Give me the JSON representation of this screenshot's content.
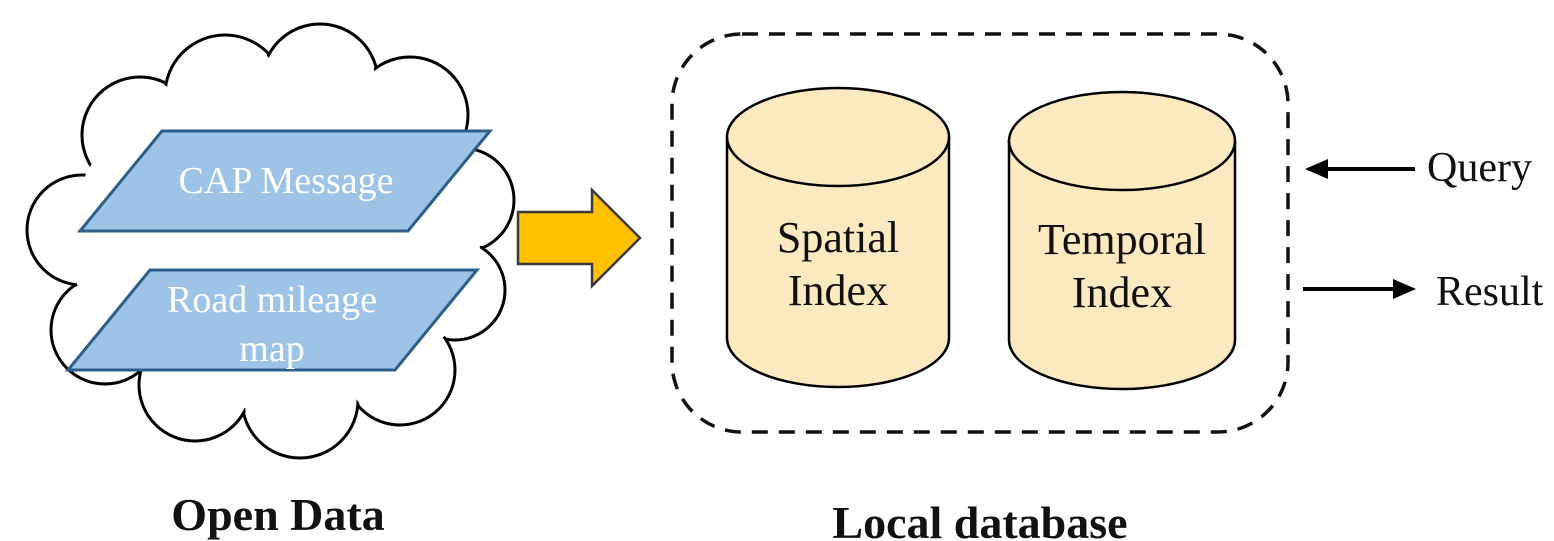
{
  "open_data": {
    "caption": "Open Data",
    "cap_message": "CAP Message",
    "road_map_line1": "Road mileage",
    "road_map_line2": "map"
  },
  "local_db": {
    "caption": "Local database",
    "spatial_line1": "Spatial",
    "spatial_line2": "Index",
    "temporal_line1": "Temporal",
    "temporal_line2": "Index"
  },
  "io": {
    "query": "Query",
    "result": "Result"
  },
  "colors": {
    "parallelogram_fill": "#9dc3e6",
    "parallelogram_stroke": "#2e5f8a",
    "cylinder_fill": "#fbe9c0",
    "arrow_fill": "#ffc000",
    "arrow_stroke": "#3a3a3a"
  }
}
